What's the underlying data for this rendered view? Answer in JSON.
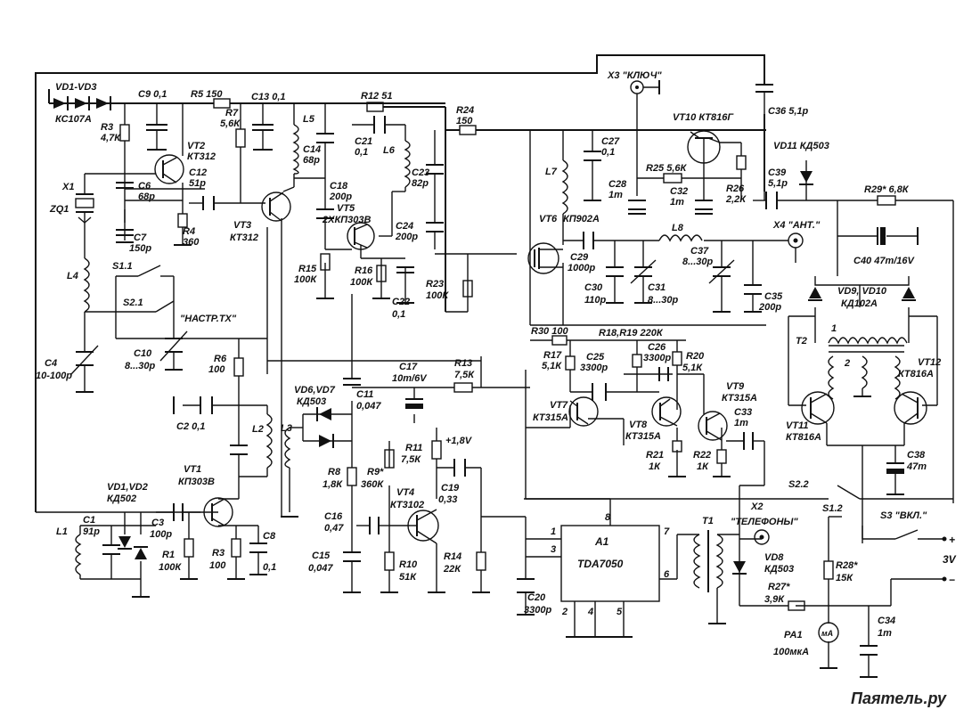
{
  "labels": {
    "vd1vd3": "VD1-VD3",
    "kc107a": "КС107А",
    "c9": "C9 0,1",
    "r5": "R5 150",
    "c13": "C13 0,1",
    "r12": "R12 51",
    "r24a": "R24",
    "r24b": "150",
    "x3": "X3 \"КЛЮЧ\"",
    "c36": "C36 5,1р",
    "r3a": "R3",
    "r3b": "4,7К",
    "r7a": "R7",
    "r7b": "5,6К",
    "l5": "L5",
    "vt2a": "VT2",
    "vt2b": "КТ312",
    "c12a": "C12",
    "c12b": "51р",
    "c14a": "C14",
    "c14b": "68р",
    "c21a": "C21",
    "c21b": "0,1",
    "l6": "L6",
    "c27a": "C27",
    "c27b": "0,1",
    "vt10": "VT10 КТ816Г",
    "vd11": "VD11 КД503",
    "x1": "X1",
    "zq1": "ZQ1",
    "c6a": "C6",
    "c6b": "68р",
    "c18a": "C18",
    "c18b": "200р",
    "c23a": "C23",
    "c23b": "82р",
    "l7": "L7",
    "r25": "R25 5,6К",
    "c39a": "C39",
    "c39b": "5,1р",
    "r29": "R29* 6,8К",
    "c28a": "C28",
    "c28b": "1m",
    "c32a": "C32",
    "c32b": "1m",
    "r26a": "R26",
    "r26b": "2,2К",
    "vt5a": "VT5",
    "vt5b": "2ХКП303В",
    "vt6a": "VT6",
    "vt6b": "КП902А",
    "r4a": "R4",
    "r4b": "360",
    "c7a": "C7",
    "c7b": "150р",
    "vt3a": "VT3",
    "vt3b": "КТ312",
    "c24a": "C24",
    "c24b": "200р",
    "l8": "L8",
    "x4": "X4 \"АНТ.\"",
    "c29a": "C29",
    "c29b": "1000р",
    "c37a": "C37",
    "c37b": "8...30р",
    "c40": "C40 47m/16V",
    "l4": "L4",
    "s11": "S1.1",
    "r15a": "R15",
    "r15b": "100К",
    "r16a": "R16",
    "r16b": "100К",
    "r23a": "R23",
    "r23b": "100К",
    "c30a": "C30",
    "c30b": "110р",
    "c31a": "C31",
    "c31b": "8...30р",
    "c35a": "C35",
    "c35b": "200р",
    "vd910a": "VD9, VD10",
    "vd910b": "КД102А",
    "s21": "S2.1",
    "nastr": "\"НАСТР.ТХ\"",
    "c22a": "C22",
    "c22b": "0,1",
    "c4a": "C4",
    "c4b": "10-100р",
    "c10a": "C10",
    "c10b": "8...30р",
    "r30": "R30 100",
    "r1819": "R18,R19 220К",
    "t2": "T2",
    "r6a": "R6",
    "r6b": "100",
    "r17a": "R17",
    "r17b": "5,1К",
    "c25a": "C25",
    "c25b": "3300р",
    "c26a": "C26",
    "c26b": "3300р",
    "r20a": "R20",
    "r20b": "5,1К",
    "vt12a": "VT12",
    "vt12b": "КТ816А",
    "c17a": "C17",
    "c17b": "10m/6V",
    "r13a": "R13",
    "r13b": "7,5К",
    "vd67a": "VD6,VD7",
    "vd67b": "КД503",
    "c11a": "C11",
    "c11b": "0,047",
    "c2": "C2 0,1",
    "l2": "L2",
    "l3": "L3",
    "vt7a": "VT7",
    "vt7b": "КТ315А",
    "vt8a": "VT8",
    "vt8b": "КТ315А",
    "vt9a": "VT9",
    "vt9b": "КТ315А",
    "c33a": "C33",
    "c33b": "1m",
    "vt11a": "VT11",
    "vt11b": "КТ816А",
    "r11a": "R11",
    "r11b": "7,5К",
    "v18": "+1,8V",
    "c38a": "C38",
    "c38b": "47m",
    "r8a": "R8",
    "r8b": "1,8К",
    "r9a": "R9*",
    "r9b": "360К",
    "r21a": "R21",
    "r21b": "1К",
    "r22a": "R22",
    "r22b": "1К",
    "vt1a": "VT1",
    "vt1b": "КП303В",
    "vt4a": "VT4",
    "vt4b": "КТ3102",
    "c19a": "C19",
    "c19b": "0,33",
    "s22": "S2.2",
    "vd12a": "VD1,VD2",
    "vd12b": "КД502",
    "x2a": "X2",
    "x2b": "\"ТЕЛЕФОНЫ\"",
    "s12": "S1.2",
    "s3": "S3 \"ВКЛ.\"",
    "c16a": "C16",
    "c16b": "0,47",
    "l1": "L1",
    "c1a": "C1",
    "c1b": "91р",
    "c3a": "C3",
    "c3b": "100р",
    "pin8": "8",
    "pin1": "1",
    "pin3": "3",
    "pin7": "7",
    "pin6": "6",
    "pin2": "2",
    "pin4": "4",
    "pin5": "5",
    "t1": "T1",
    "a1a": "A1",
    "a1b": "TDA7050",
    "vd8a": "VD8",
    "vd8b": "КД503",
    "r28a": "R28*",
    "r28b": "15К",
    "v3": "3V",
    "c15a": "C15",
    "c15b": "0,047",
    "r10a": "R10",
    "r10b": "51К",
    "r14a": "R14",
    "r14b": "22К",
    "r1a": "R1",
    "r1b": "100К",
    "r3la": "R3",
    "r3lb": "100",
    "c8a": "C8",
    "c8b": "0,1",
    "c20a": "C20",
    "c20b": "3300р",
    "r27a": "R27*",
    "r27b": "3,9К",
    "c34a": "C34",
    "c34b": "1m",
    "pa1": "PA1",
    "uA": "100мкА",
    "ma": "мА",
    "plus": "+",
    "minus": "−",
    "watermark": "Паятель.ру"
  }
}
